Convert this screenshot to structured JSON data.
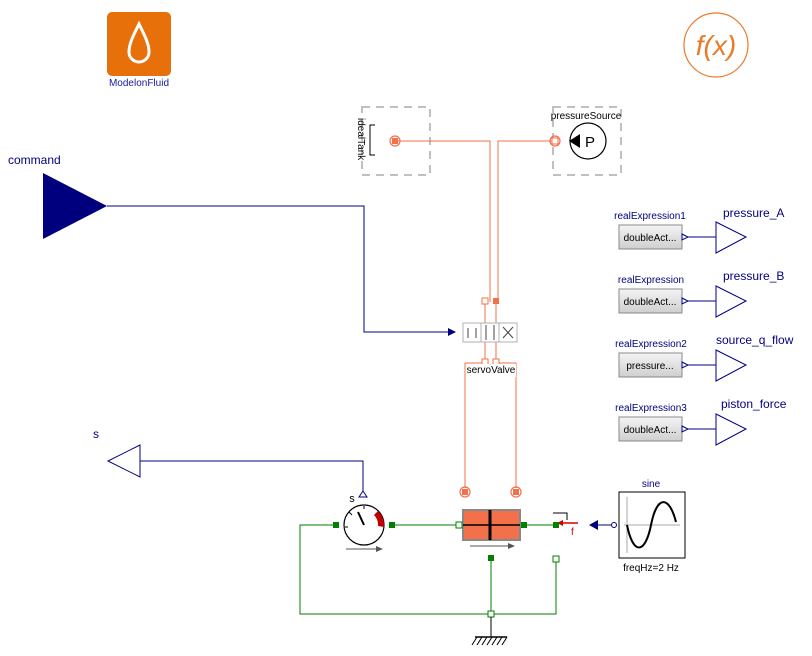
{
  "library": {
    "label": "ModelonFluid"
  },
  "function_icon": {
    "label": "f(x)"
  },
  "inputs": {
    "command": "command"
  },
  "outputs": {
    "s": "s",
    "pressure_A": "pressure_A",
    "pressure_B": "pressure_B",
    "source_q_flow": "source_q_flow",
    "piston_force": "piston_force"
  },
  "components": {
    "idealTank": "idealTank",
    "pressureSource": "pressureSource",
    "pressureSource_symbol": "P",
    "servoValve": "servoValve",
    "sensor_s": "s",
    "force_f": "f",
    "sine": "sine",
    "sine_param": "freqHz=2 Hz"
  },
  "expressions": [
    {
      "name": "realExpression1",
      "value": "doubleAct..."
    },
    {
      "name": "realExpression",
      "value": "doubleAct..."
    },
    {
      "name": "realExpression2",
      "value": "pressure..."
    },
    {
      "name": "realExpression3",
      "value": "doubleAct..."
    }
  ],
  "colors": {
    "signal": "#00007f",
    "fluid": "#f2704a",
    "translational": "#007f00",
    "library_icon": "#e8700a",
    "dashed": "#c0c0c0"
  }
}
